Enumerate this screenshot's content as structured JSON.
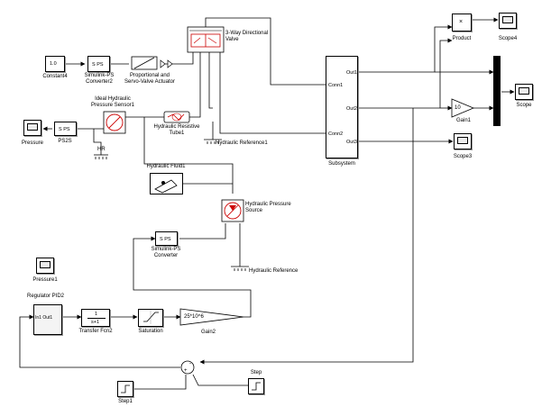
{
  "blocks": {
    "constant4": {
      "value": "1.0",
      "label": "Constant4"
    },
    "sps_converter2": {
      "text": "S PS",
      "label_line1": "Simulink-PS",
      "label_line2": "Converter2"
    },
    "servo": {
      "label_line1": "Proportional and",
      "label_line2": "Servo-Valve Actuator"
    },
    "valve": {
      "label_line1": "3-Way Directional",
      "label_line2": "Valve"
    },
    "pressure_sensor": {
      "label_line1": "Ideal Hydraulic",
      "label_line2": "Pressure Sensor1"
    },
    "ps2s": {
      "text": "S PS",
      "label": "PS2S"
    },
    "pressure_scope": {
      "label": "Pressure"
    },
    "hr": {
      "label": "HR"
    },
    "resistive_tube": {
      "label_line1": "Hydraulic Resistive",
      "label_line2": "Tube1"
    },
    "hydraulic_reference1": {
      "label": "Hydraulic Reference1"
    },
    "hydraulic_fluid1": {
      "label": "Hydraulic Fluid1"
    },
    "pressure_source": {
      "label_line1": "Hydraulic Pressure",
      "label_line2": "Source"
    },
    "sps_converter": {
      "text": "S PS",
      "label_line1": "Simulink-PS",
      "label_line2": "Converter"
    },
    "hydraulic_reference": {
      "label": "Hydraulic Reference"
    },
    "pressure1_scope": {
      "label": "Pressure1"
    },
    "subsystem": {
      "label": "Subsystem",
      "port_conn1": "Conn1",
      "port_conn2": "Conn2",
      "port_out1": "Out1",
      "port_out2": "Out2",
      "port_out3": "Out3"
    },
    "product": {
      "symbol": "×",
      "label": "Product"
    },
    "scope4": {
      "label": "Scope4"
    },
    "gain1": {
      "value": "10",
      "label": "Gain1"
    },
    "scope": {
      "label": "Scope"
    },
    "scope3": {
      "label": "Scope3"
    },
    "pid": {
      "title": "Regulator PID2",
      "ports": "In1 Out1"
    },
    "transfer_fcn": {
      "num": "1",
      "den": "s+1",
      "label": "Transfer Fcn2"
    },
    "saturation": {
      "label": "Saturation"
    },
    "gain2": {
      "value": "25*10^6",
      "label": "Gain2"
    },
    "sum": {
      "signs": "+ -",
      "plus": "+",
      "minus": "-"
    },
    "step": {
      "label": "Step"
    },
    "step1": {
      "label": "Step1"
    }
  }
}
